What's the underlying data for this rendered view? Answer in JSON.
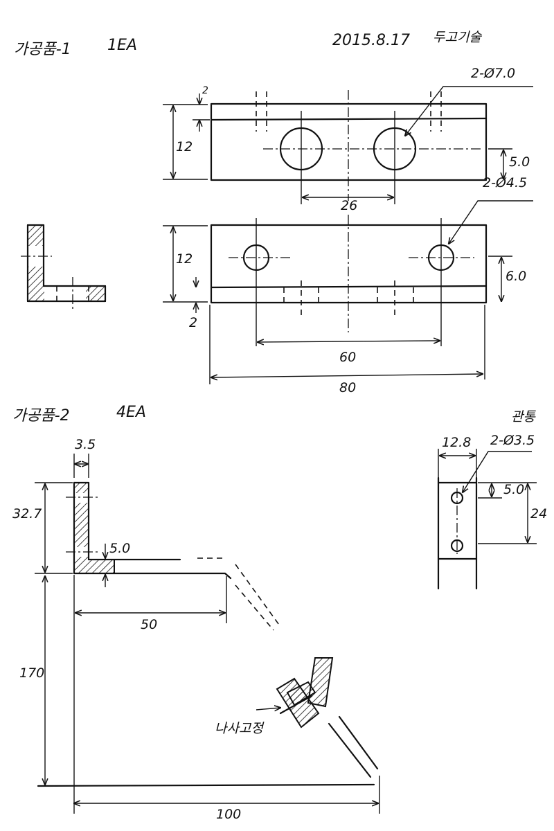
{
  "part1": {
    "title": "가공품-1",
    "qty": "1EA",
    "date": "2015.8.17",
    "company": "두고기술",
    "top_view": {
      "hole_callout": "2-Ø7.0",
      "dim_height": "12",
      "dim_lip": "2",
      "dim_hole_offset": "5.0",
      "dim_hole_pitch": "26"
    },
    "front_view": {
      "hole_callout": "2-Ø4.5",
      "dim_height": "12",
      "dim_lip": "2",
      "dim_hole_offset": "6.0",
      "dim_hole_pitch": "60",
      "dim_length": "80"
    }
  },
  "part2": {
    "title": "가공품-2",
    "qty": "4EA",
    "dim_thickness": "3.5",
    "dim_height": "32.7",
    "dim_flange": "5.0",
    "dim_leg": "50",
    "dim_vertical": "170",
    "dim_horizontal": "100",
    "screw_note": "나사고정",
    "detail": {
      "through_note": "관통",
      "dim_width": "12.8",
      "hole_callout": "2-Ø3.5",
      "dim_hole_offset": "5.0",
      "dim_hole_pitch": "24"
    }
  }
}
